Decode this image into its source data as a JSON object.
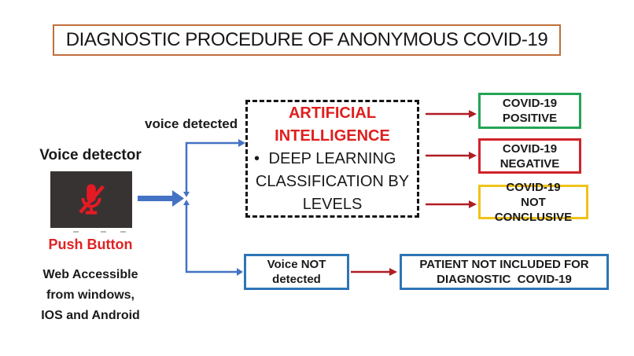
{
  "title": "DIAGNOSTIC PROCEDURE OF ANONYMOUS COVID-19",
  "left_panel": {
    "label": "Voice detector",
    "push_button_label": "Push Button",
    "accessibility_note": "Web Accessible\nfrom windows,\nIOS and Android"
  },
  "flow": {
    "voice_detected_label": "voice detected",
    "ai_box": {
      "title_line1": "ARTIFICIAL",
      "title_line2": "INTELLIGENCE",
      "bullet": "•",
      "line1": "DEEP LEARNING",
      "line2": "CLASSIFICATION BY",
      "line3": "LEVELS"
    },
    "voice_not_detected_box": "Voice NOT\ndetected",
    "patient_box": "PATIENT NOT INCLUDED FOR\nDIAGNOSTIC  COVID-19"
  },
  "outcomes": [
    {
      "label": "COVID-19\nPOSITIVE",
      "border_color": "#23a455"
    },
    {
      "label": "COVID-19\nNEGATIVE",
      "border_color": "#d1222a"
    },
    {
      "label": "COVID-19\nNOT CONCLUSIVE",
      "border_color": "#efc318"
    }
  ],
  "colors": {
    "title_border": "#c06f3b",
    "connector_blue": "#4472c4",
    "result_box_blue": "#2e75b6",
    "arrow_dark_red": "#b01e24",
    "ai_red_text": "#e01e1e",
    "push_button_red": "#e02222",
    "mic_red": "#e51a24",
    "mic_box_bg": "#383333",
    "dashed_border": "#141414"
  }
}
